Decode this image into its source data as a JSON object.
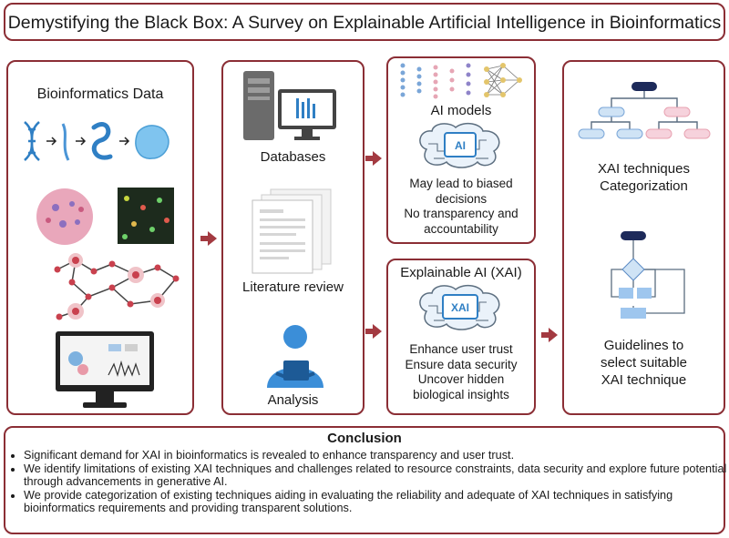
{
  "title": "Demystifying the Black Box: A Survey on Explainable Artificial Intelligence in Bioinformatics",
  "panel_data": {
    "heading": "Bioinformatics Data"
  },
  "panel_sources": {
    "databases": "Databases",
    "literature": "Literature review",
    "analysis": "Analysis"
  },
  "panel_ai": {
    "heading": "AI models",
    "chip": "AI",
    "issues": [
      "May lead to biased",
      "decisions",
      "No transparency and",
      "accountability"
    ]
  },
  "panel_xai": {
    "heading": "Explainable AI (XAI)",
    "chip": "XAI",
    "benefits": [
      "Enhance user trust",
      "Ensure data security",
      "Uncover hidden",
      "biological insights"
    ]
  },
  "panel_outcomes": {
    "categorization": [
      "XAI techniques",
      "Categorization"
    ],
    "guidelines": [
      "Guidelines to",
      "select suitable",
      "XAI technique"
    ]
  },
  "conclusion": {
    "heading": "Conclusion",
    "points": [
      "Significant demand for XAI in bioinformatics is revealed to enhance transparency and user trust.",
      "We identify limitations of existing XAI techniques and  challenges related to resource constraints,  data security and explore future potential through advancements in generative AI.",
      "We provide categorization of existing techniques aiding in evaluating the reliability and adequate of XAI techniques in satisfying bioinformatics requirements and providing transparent solutions."
    ]
  },
  "colors": {
    "border": "#8b2e35",
    "arrow": "#a33a41",
    "accent_blue": "#2f7fc4",
    "accent_pink": "#e8a3b2"
  }
}
